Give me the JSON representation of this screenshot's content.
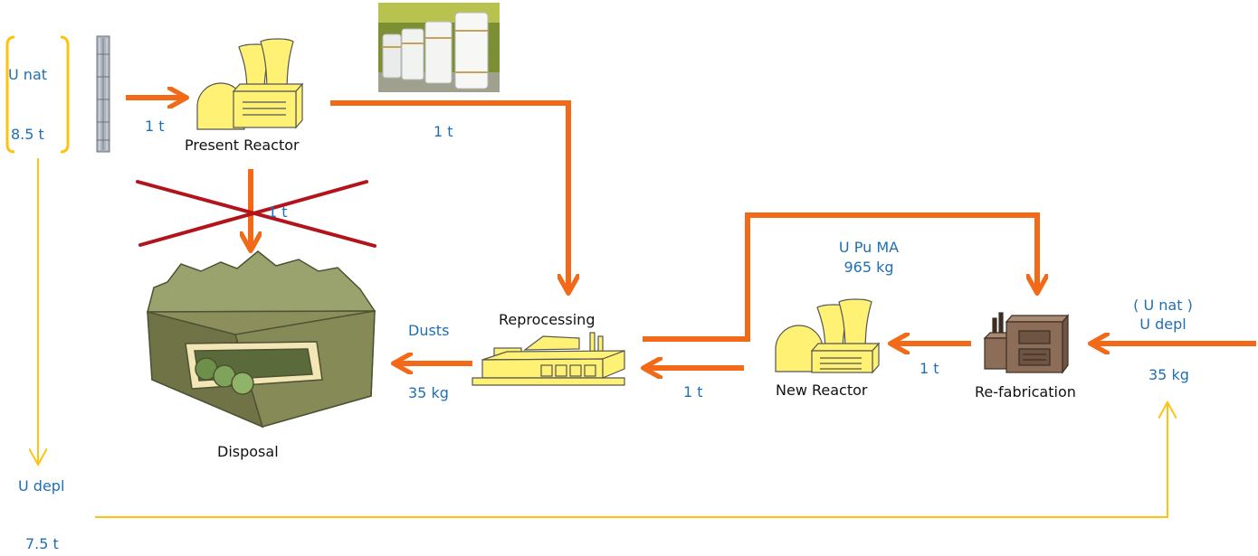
{
  "colors": {
    "flow_arrow": "#f26a18",
    "depleted_flow": "#ffc20e",
    "cross_out": "#b3141c",
    "quantity_text": "#1f6fb5",
    "label_text": "#111111",
    "facility_fill": "#fff174"
  },
  "inputs": {
    "natural_uranium": "U nat",
    "natural_uranium_mass": "8.5 t"
  },
  "nodes": {
    "present_reactor": "Present Reactor",
    "disposal": "Disposal",
    "reprocessing": "Reprocessing",
    "new_reactor": "New Reactor",
    "refabrication": "Re-fabrication"
  },
  "flows": {
    "to_present_reactor": "1 t",
    "to_reprocessing": "1 t",
    "to_disposal_crossed": "1 t",
    "dusts_label": "Dusts",
    "dusts_mass": "35 kg",
    "new_reactor_to_reprocessing": "1 t",
    "refab_to_new_reactor": "1 t",
    "recycled_label": "U Pu MA",
    "recycled_mass": "965 kg",
    "makeup_line1": "( U nat )",
    "makeup_line2": "U depl",
    "makeup_mass": "35 kg",
    "depleted_label": "U depl",
    "depleted_mass": "7.5 t"
  }
}
